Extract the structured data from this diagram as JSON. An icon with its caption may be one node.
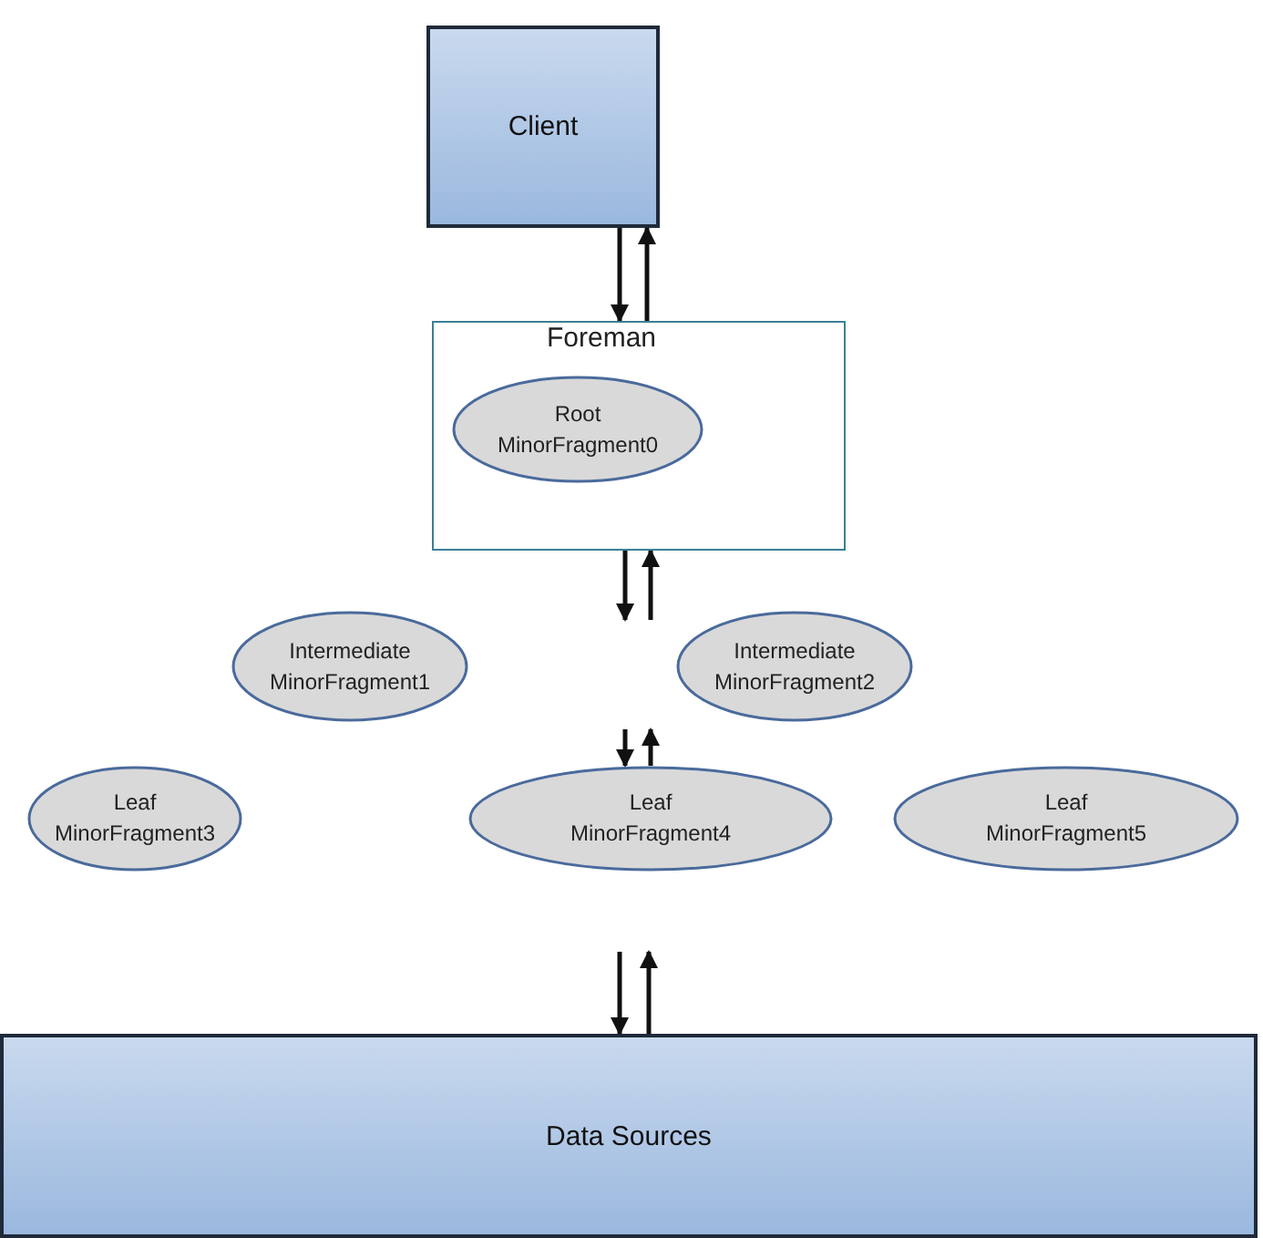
{
  "diagram": {
    "nodes": [
      {
        "text": [
          "Client"
        ]
      },
      {
        "text": [
          "Foreman"
        ]
      },
      {
        "text": [
          "Root MinorFragment0"
        ],
        "in": 1
      },
      {
        "text": [
          "Intermediate MinorFragment1"
        ]
      },
      {
        "text": [
          "Intermediate MinorFragment2"
        ]
      },
      {
        "text": [
          "Leaf MinorFragment3"
        ]
      },
      {
        "text": [
          "Leaf MinorFragment4"
        ]
      },
      {
        "text": [
          "Leaf MinorFragment5"
        ]
      },
      {
        "text": [
          "Data Sources"
        ]
      }
    ],
    "edges": [
      {
        "from": 0,
        "to": 1,
        "arrow": "to"
      },
      {
        "from": 1,
        "to": 0,
        "arrow": "to"
      },
      {
        "from": 1,
        "to": null,
        "arrow": "to"
      },
      {
        "from": null,
        "to": 1,
        "arrow": "to"
      },
      {
        "from": null,
        "to": 6,
        "arrow": "to"
      },
      {
        "from": 6,
        "to": null,
        "arrow": "to"
      },
      {
        "from": null,
        "to": 8,
        "arrow": "to"
      },
      {
        "from": 8,
        "to": null,
        "arrow": "to"
      }
    ]
  }
}
